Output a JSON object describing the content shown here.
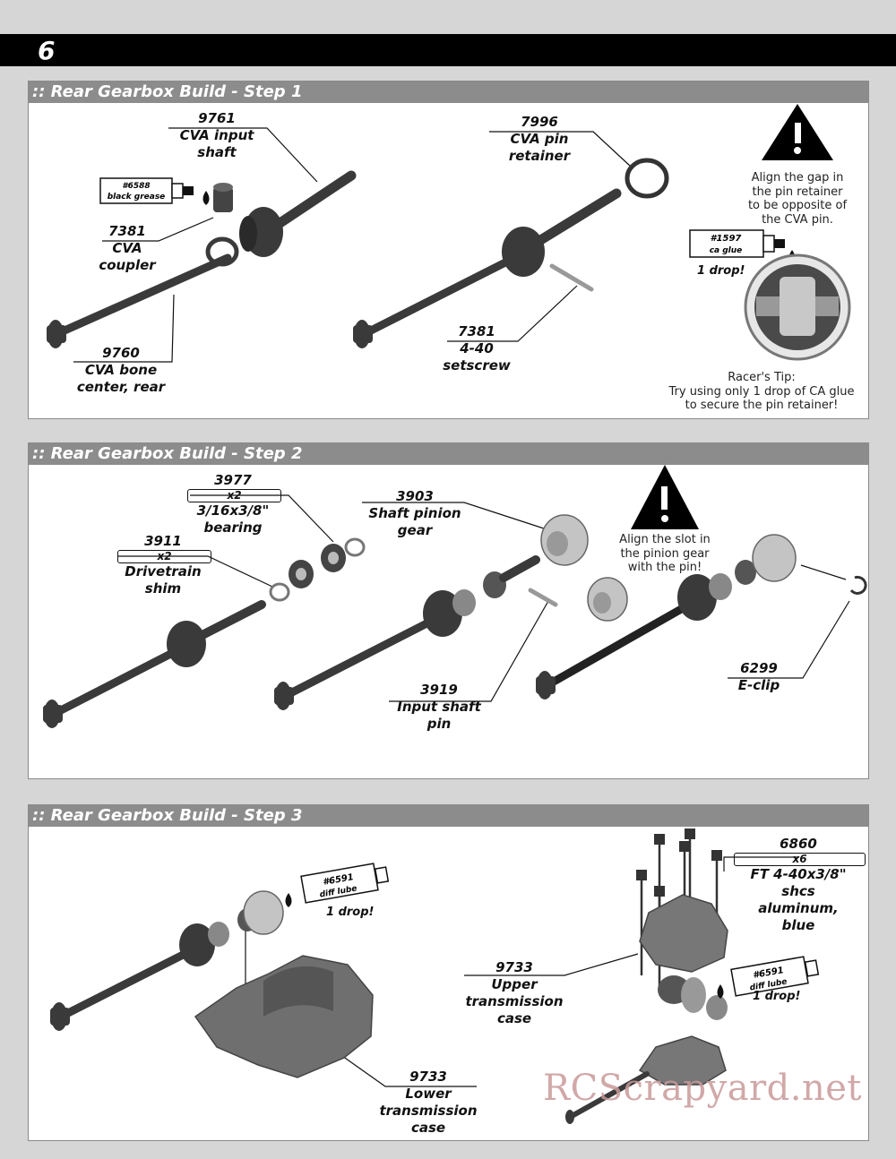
{
  "page": {
    "number": "6"
  },
  "steps": [
    {
      "title": ":: Rear Gearbox Build - Step 1",
      "labels": {
        "cva_input_shaft": {
          "part": "9761",
          "name": [
            "CVA input",
            "shaft"
          ]
        },
        "coupler": {
          "part": "7381",
          "name": [
            "CVA",
            "coupler"
          ]
        },
        "bone": {
          "part": "9760",
          "name": [
            "CVA bone",
            "center, rear"
          ]
        },
        "pin_retainer": {
          "part": "7996",
          "name": [
            "CVA pin",
            "retainer"
          ]
        },
        "setscrew": {
          "part": "7381",
          "name": [
            "4-40",
            "setscrew"
          ]
        }
      },
      "grease": "#6588 black grease",
      "glue": {
        "code": "#1597",
        "name": "ca glue",
        "drop": "1 drop!"
      },
      "warning": [
        "Align the gap in",
        "the pin retainer",
        "to be opposite of",
        "the CVA pin."
      ],
      "tip": [
        "Racer's Tip:",
        "Try using only 1 drop of CA glue",
        "to secure the pin retainer!"
      ]
    },
    {
      "title": ":: Rear Gearbox Build - Step 2",
      "labels": {
        "bearing": {
          "part": "3977",
          "qty": "x2",
          "name": [
            "3/16x3/8\"",
            "bearing"
          ]
        },
        "pinion_gear": {
          "part": "3903",
          "name": [
            "Shaft pinion",
            "gear"
          ]
        },
        "shim": {
          "part": "3911",
          "qty": "x2",
          "name": [
            "Drivetrain",
            "shim"
          ]
        },
        "input_pin": {
          "part": "3919",
          "name": [
            "Input shaft",
            "pin"
          ]
        },
        "eclip": {
          "part": "6299",
          "name": [
            "E-clip"
          ]
        }
      },
      "warning": [
        "Align the slot in",
        "the pinion gear",
        "with the pin!"
      ]
    },
    {
      "title": ":: Rear Gearbox Build - Step 3",
      "labels": {
        "screws": {
          "part": "6860",
          "qty": "x6",
          "name": [
            "FT 4-40x3/8\"",
            "shcs",
            "aluminum,",
            "blue"
          ]
        },
        "upper_case": {
          "part": "9733",
          "name": [
            "Upper",
            "transmission",
            "case"
          ]
        },
        "lower_case": {
          "part": "9733",
          "name": [
            "Lower",
            "transmission",
            "case"
          ]
        }
      },
      "lube_left": {
        "code": "#6591",
        "name": "diff lube",
        "drop": "1 drop!"
      },
      "lube_right": {
        "code": "#6591",
        "name": "diff lube",
        "drop": "1 drop!"
      }
    }
  ],
  "watermark": "RCScrapyard.net",
  "colors": {
    "panel_header": "#8c8c8c",
    "part_dark": "#3a3a3a",
    "part_gray": "#8e8e8e",
    "gear_silver": "#c4c4c4"
  },
  "icons": [
    "warning-icon",
    "glue-drop-icon"
  ]
}
